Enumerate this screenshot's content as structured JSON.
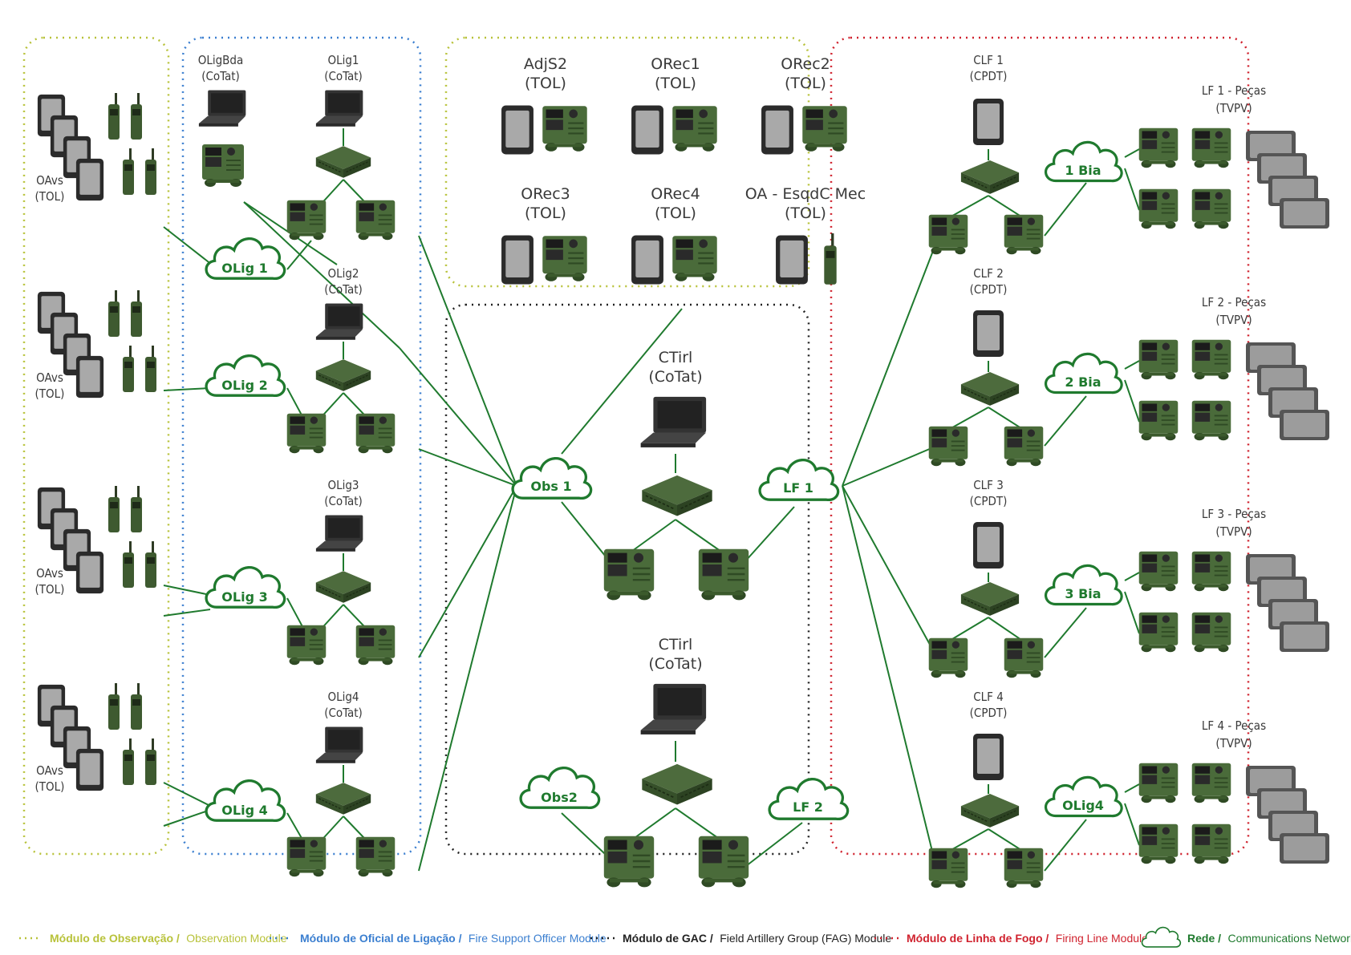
{
  "modules": {
    "observation": {
      "color": "#b8c23a"
    },
    "fso": {
      "color": "#3b7fd0"
    },
    "gac": {
      "color": "#222222"
    },
    "firing": {
      "color": "#d0222e"
    }
  },
  "link_color": "#1f7a2e",
  "observation_groups": [
    {
      "label1": "OAvs",
      "label2": "(TOL)"
    },
    {
      "label1": "OAvs",
      "label2": "(TOL)"
    },
    {
      "label1": "OAvs",
      "label2": "(TOL)"
    },
    {
      "label1": "OAvs",
      "label2": "(TOL)"
    }
  ],
  "olig_clouds": [
    "OLig 1",
    "OLig 2",
    "OLig 3",
    "OLig 4"
  ],
  "fso_nodes": [
    {
      "label1": "OLigBda",
      "label2": "(CoTat)"
    },
    {
      "label1": "OLig1",
      "label2": "(CoTat)"
    },
    {
      "label1": "OLig2",
      "label2": "(CoTat)"
    },
    {
      "label1": "OLig3",
      "label2": "(CoTat)"
    },
    {
      "label1": "OLig4",
      "label2": "(CoTat)"
    }
  ],
  "gac_top": [
    {
      "label1": "AdjS2",
      "label2": "(TOL)"
    },
    {
      "label1": "ORec1",
      "label2": "(TOL)"
    },
    {
      "label1": "ORec2",
      "label2": "(TOL)"
    },
    {
      "label1": "ORec3",
      "label2": "(TOL)"
    },
    {
      "label1": "ORec4",
      "label2": "(TOL)"
    },
    {
      "label1": "OA - EsqdC Mec",
      "label2": "(TOL)"
    }
  ],
  "ctir": [
    {
      "label1": "CTirl",
      "label2": "(CoTat)"
    },
    {
      "label1": "CTirl",
      "label2": "(CoTat)"
    }
  ],
  "center_clouds": [
    "Obs 1",
    "LF 1",
    "Obs2",
    "LF 2"
  ],
  "clf": [
    {
      "label1": "CLF 1",
      "label2": "(CPDT)"
    },
    {
      "label1": "CLF 2",
      "label2": "(CPDT)"
    },
    {
      "label1": "CLF 3",
      "label2": "(CPDT)"
    },
    {
      "label1": "CLF 4",
      "label2": "(CPDT)"
    }
  ],
  "bia_clouds": [
    "1 Bia",
    "2 Bia",
    "3 Bia",
    "OLig4"
  ],
  "pecas": [
    {
      "label1": "LF 1 - Peças",
      "label2": "(TVPV)"
    },
    {
      "label1": "LF 2 - Peças",
      "label2": "(TVPV)"
    },
    {
      "label1": "LF 3 - Peças",
      "label2": "(TVPV)"
    },
    {
      "label1": "LF 4 - Peças",
      "label2": "(TVPV)"
    }
  ],
  "legend": {
    "observation_pt": "Módulo de Observação /",
    "observation_en": "Observation Module",
    "fso_pt": "Módulo de Oficial de Ligação /",
    "fso_en": "Fire Support Officer Module",
    "gac_pt": "Módulo de GAC /",
    "gac_en": "Field Artillery Group (FAG) Module",
    "firing_pt": "Módulo de Linha de Fogo /",
    "firing_en": "Firing Line Module",
    "network_pt": "Rede /",
    "network_en": "Communications Network"
  }
}
